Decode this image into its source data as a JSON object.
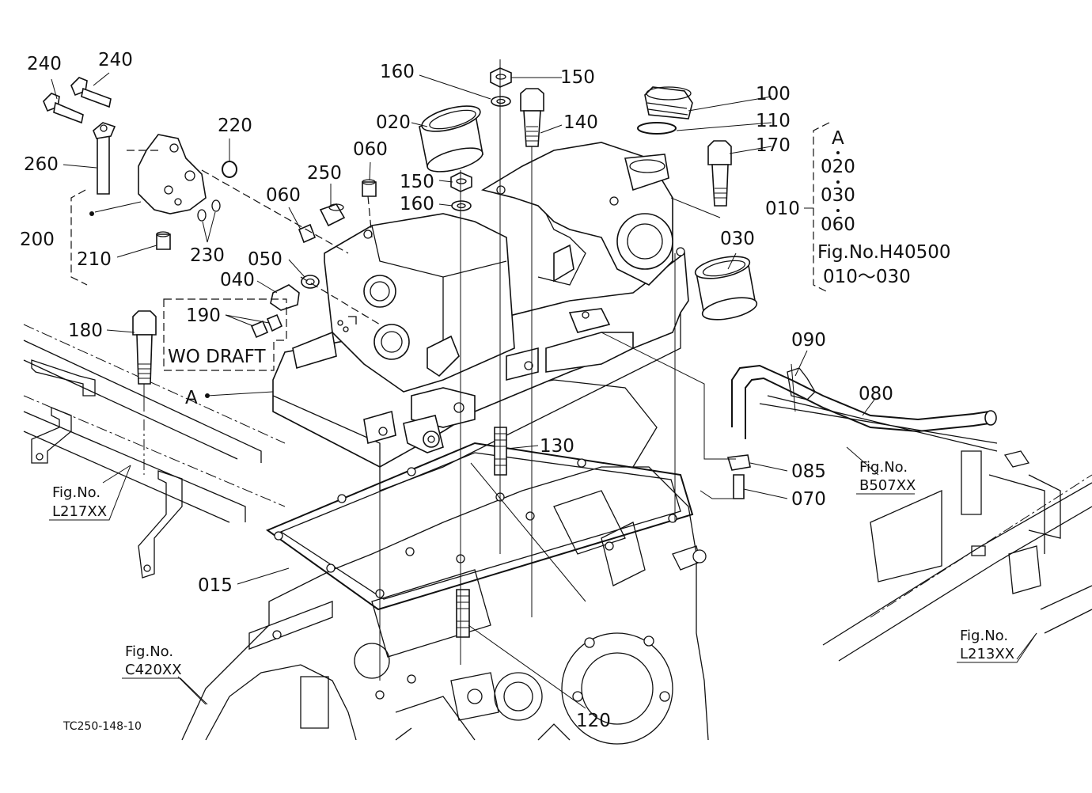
{
  "figure_code": "TC250-148-10",
  "part_labels": {
    "p240a": "240",
    "p240b": "240",
    "p220": "220",
    "p260": "260",
    "p200": "200",
    "p210": "210",
    "p230": "230",
    "p160a": "160",
    "p150a": "150",
    "p020": "020",
    "p140": "140",
    "p100": "100",
    "p110": "110",
    "p170": "170",
    "p060a": "060",
    "p250": "250",
    "p150b": "150",
    "p160b": "160",
    "p060b": "060",
    "p050": "050",
    "p040": "040",
    "p030": "030",
    "p010": "010",
    "p190": "190",
    "p180": "180",
    "pA": "A",
    "p090": "090",
    "p080": "080",
    "p130": "130",
    "p085": "085",
    "p070": "070",
    "p015": "015",
    "p120": "120"
  },
  "wo_draft_label": "WO DRAFT",
  "kit_box": {
    "header": "A",
    "items": [
      "020",
      "030",
      "060"
    ],
    "fig_ref_title": "Fig.No.H40500",
    "fig_ref_range": "010～030"
  },
  "fig_refs": {
    "l217": {
      "title": "Fig.No.",
      "number": "L217XX"
    },
    "c420": {
      "title": "Fig.No.",
      "number": "C420XX"
    },
    "b507": {
      "title": "Fig.No.",
      "number": "B507XX"
    },
    "l213": {
      "title": "Fig.No.",
      "number": "L213XX"
    }
  }
}
